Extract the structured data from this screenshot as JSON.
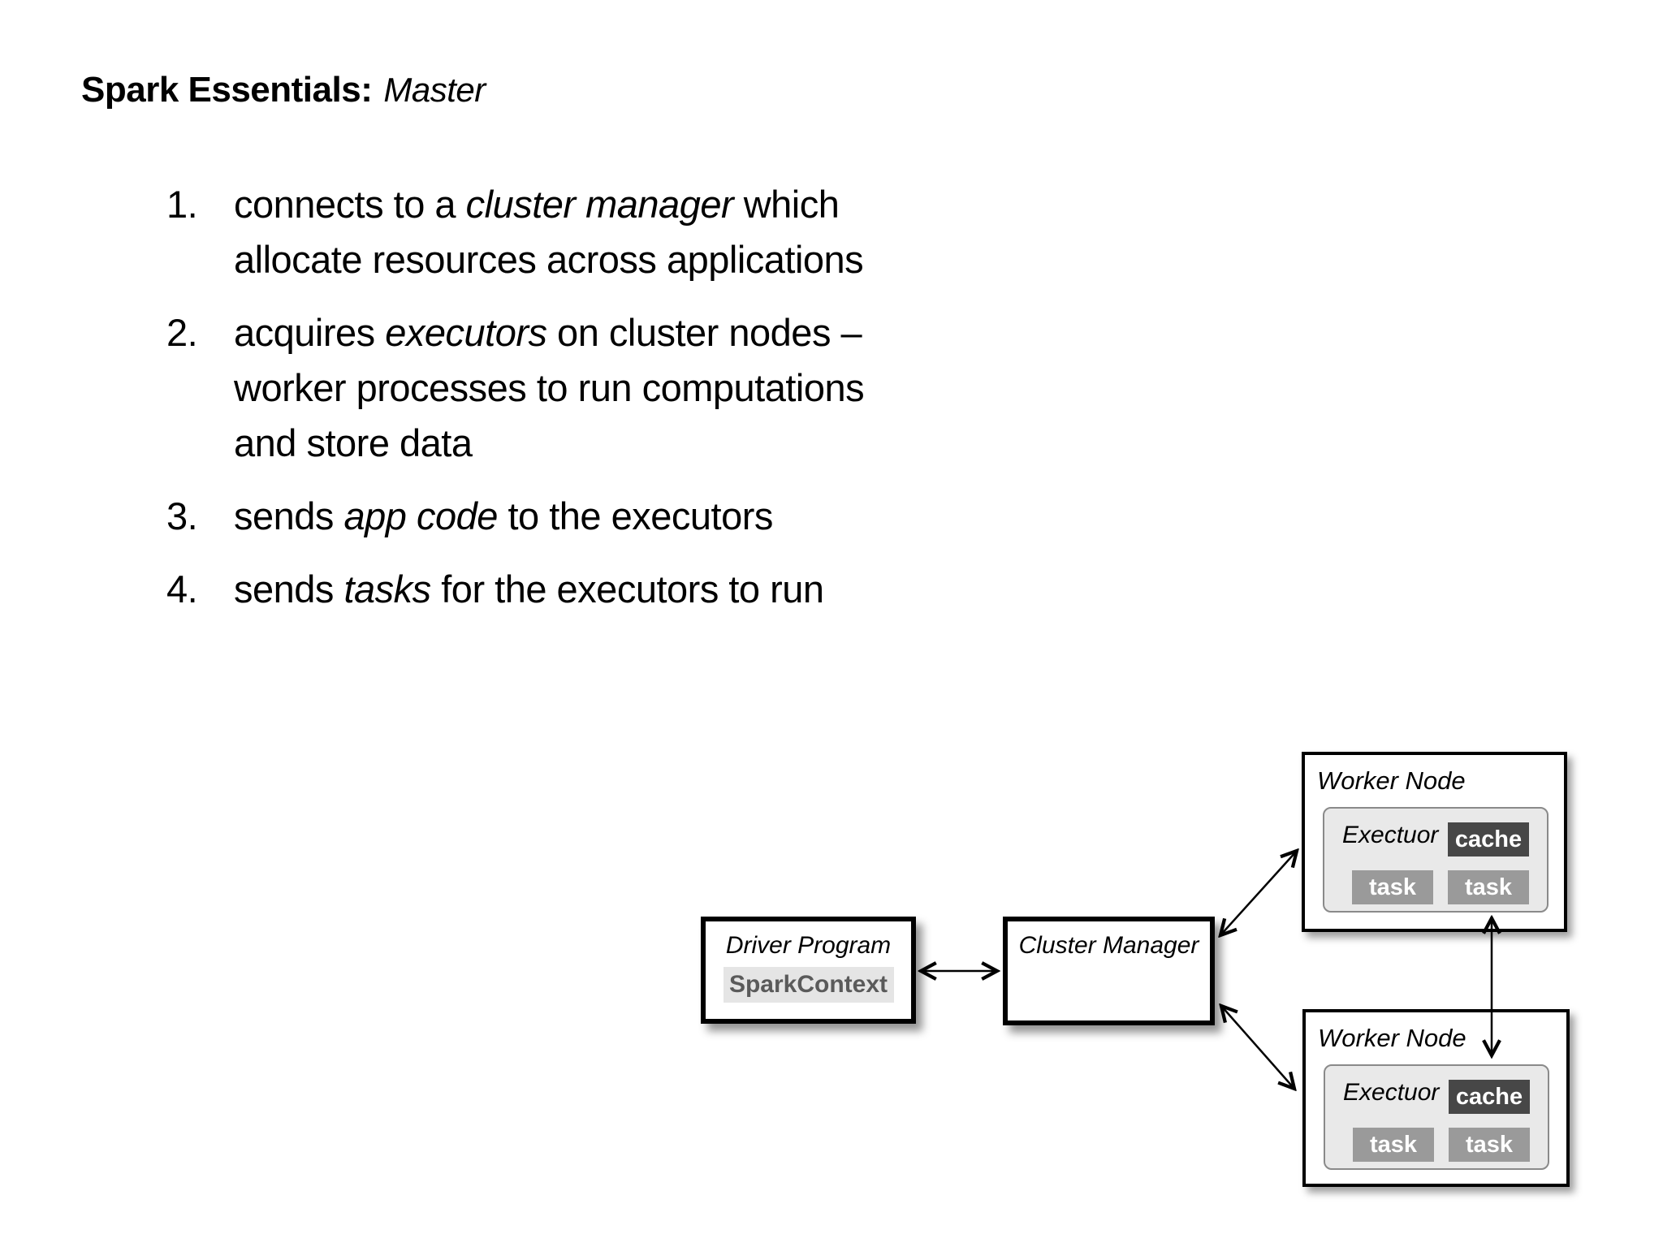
{
  "slide": {
    "title": {
      "lead": "Spark Essentials:",
      "emphasis": "Master"
    }
  },
  "list": {
    "items": [
      {
        "number": "1.",
        "lines": [
          {
            "segments": [
              {
                "text": "connects to a "
              },
              {
                "text": "cluster manager",
                "style": "italic"
              },
              {
                "text": " which"
              }
            ]
          },
          {
            "segments": [
              {
                "text": "allocate resources across applications"
              }
            ]
          }
        ]
      },
      {
        "number": "2.",
        "lines": [
          {
            "segments": [
              {
                "text": "acquires "
              },
              {
                "text": "executors",
                "style": "italic"
              },
              {
                "text": " on cluster nodes –"
              }
            ]
          },
          {
            "segments": [
              {
                "text": "worker processes to run computations"
              }
            ]
          },
          {
            "segments": [
              {
                "text": "and store data"
              }
            ]
          }
        ]
      },
      {
        "number": "3.",
        "lines": [
          {
            "segments": [
              {
                "text": "sends "
              },
              {
                "text": "app code",
                "style": "italic"
              },
              {
                "text": " to the executors"
              }
            ]
          }
        ]
      },
      {
        "number": "4.",
        "lines": [
          {
            "segments": [
              {
                "text": "sends "
              },
              {
                "text": "tasks",
                "style": "italic"
              },
              {
                "text": " for the executors to run"
              }
            ]
          }
        ]
      }
    ]
  },
  "diagram": {
    "driver_program": {
      "title": "Driver Program",
      "spark_context": "SparkContext"
    },
    "cluster_manager": {
      "title": "Cluster Manager"
    },
    "worker_node_top": {
      "title": "Worker Node",
      "executor": "Exectuor",
      "cache": "cache",
      "tasks": [
        "task",
        "task"
      ]
    },
    "worker_node_bottom": {
      "title": "Worker Node",
      "executor": "Exectuor",
      "cache": "cache",
      "tasks": [
        "task",
        "task"
      ]
    },
    "colors": {
      "box_border": "#000000",
      "cache_bg": "#474747",
      "task_bg": "#9a9a9a",
      "executor_bg": "#e9e9e9",
      "executor_border": "#8a8a8a",
      "spark_context_bg": "#e5e5e5",
      "spark_context_text": "#5a5a5a"
    }
  }
}
